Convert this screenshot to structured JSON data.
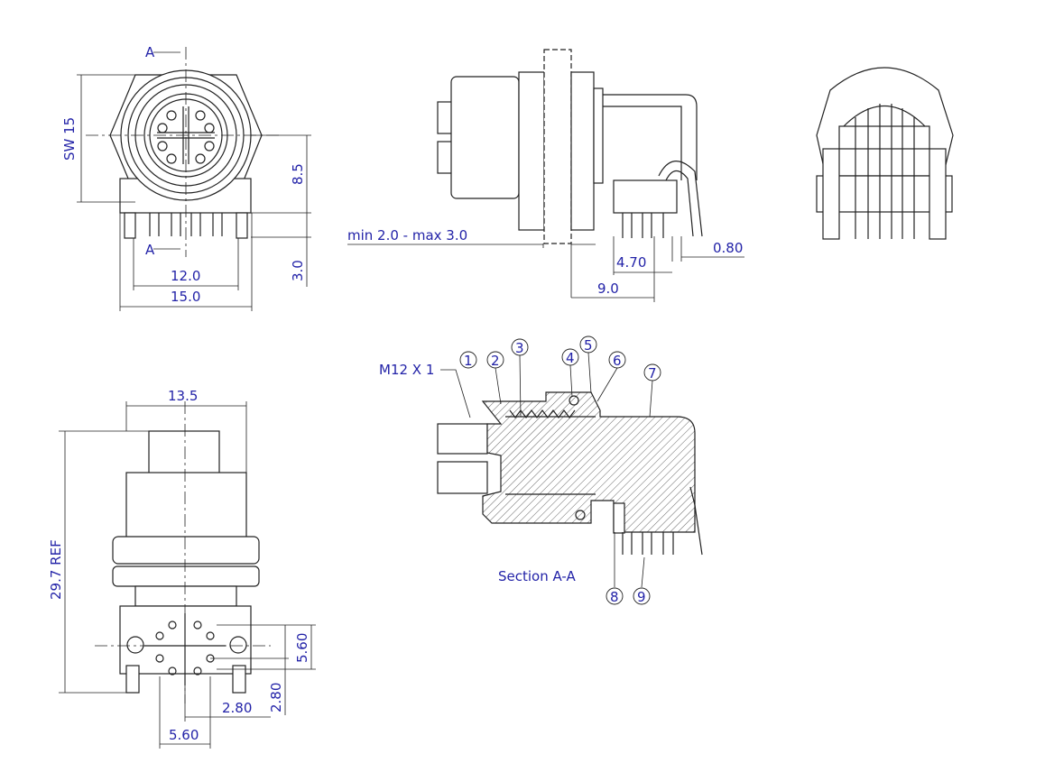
{
  "title": "M12 right-angle panel connector drawing",
  "front_view": {
    "section_marker_top": "A",
    "section_marker_bottom": "A",
    "wrench_size": "SW 15",
    "height_dim": "8.5",
    "pin_dim": "3.0",
    "width_inner": "12.0",
    "width_outer": "15.0"
  },
  "side_view": {
    "panel_thickness": "min 2.0 - max 3.0",
    "pin_thickness": "0.80",
    "pin_offset": "4.70",
    "depth": "9.0"
  },
  "bottom_view": {
    "width": "13.5",
    "length": "29.7 REF",
    "pitch_v": "5.60",
    "offset_v": "2.80",
    "offset_h": "2.80",
    "pitch_h": "5.60"
  },
  "section_view": {
    "thread_label": "M12 X 1",
    "caption": "Section A-A",
    "callouts": [
      "1",
      "2",
      "3",
      "4",
      "5",
      "6",
      "7",
      "8",
      "9"
    ]
  }
}
